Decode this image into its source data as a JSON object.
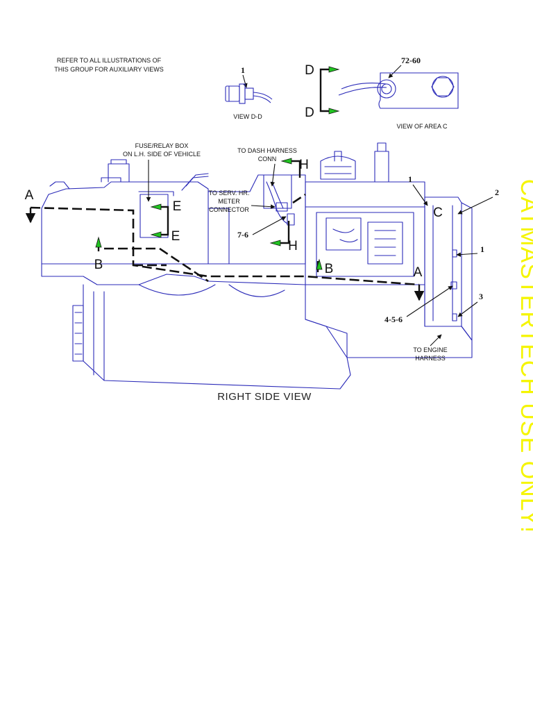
{
  "notes": {
    "refer": [
      "REFER TO ALL ILLUSTRATIONS OF",
      "THIS GROUP FOR AUXILIARY VIEWS"
    ],
    "fuse_relay": [
      "FUSE/RELAY BOX",
      "ON L.H. SIDE OF VEHICLE"
    ],
    "dash_harness": [
      "TO DASH HARNESS",
      "CONN"
    ],
    "serv_hr": [
      "TO SERV. HR.",
      "METER",
      "CONNECTOR"
    ],
    "engine_harness": [
      "TO ENGINE",
      "HARNESS"
    ]
  },
  "views": {
    "view_dd": "VIEW D-D",
    "view_area_c": "VIEW OF AREA C",
    "right_side": "RIGHT SIDE VIEW"
  },
  "callouts": {
    "item_1_top": "1",
    "item_72_60": "72-60",
    "item_1_right_top": "1",
    "item_2": "2",
    "item_1_right": "1",
    "item_3": "3",
    "item_7_6": "7-6",
    "item_4_5_6": "4-5-6"
  },
  "section_letters": {
    "d_top": "D",
    "d_bottom": "D",
    "a_left": "A",
    "a_right": "A",
    "b_left": "B",
    "b_right": "B",
    "e_top": "E",
    "e_bottom": "E",
    "h_top": "H",
    "h_bottom": "H",
    "c": "C"
  },
  "watermark": "CATMASTERTECH USE ONLY!",
  "colors": {
    "machine_line": "#2a2ab8",
    "marker_arrow": "#22c322",
    "watermark": "#f5f500",
    "ink": "#111111"
  }
}
